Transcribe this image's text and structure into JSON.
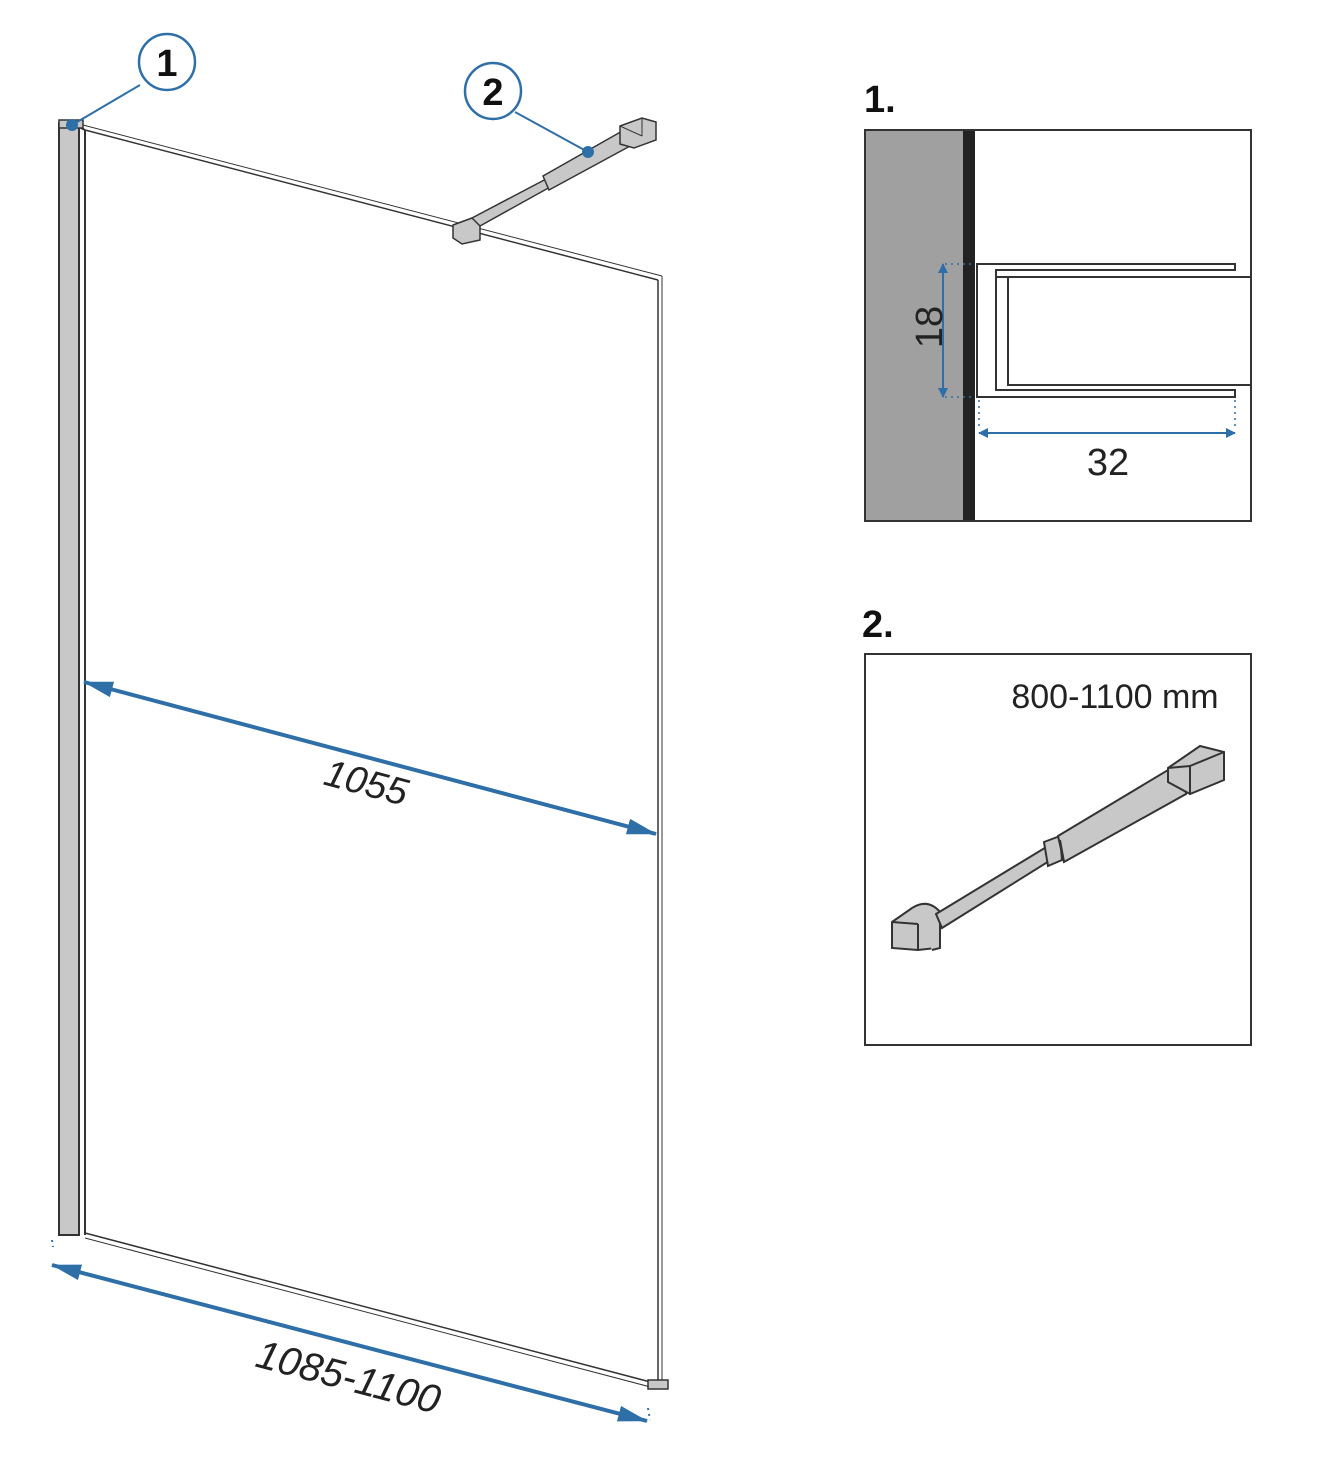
{
  "colors": {
    "accent": "#2f6fa8",
    "line": "#333333",
    "profile_fill": "#c8c8c8",
    "wall_fill": "#a0a0a0",
    "wall_edge": "#222222"
  },
  "callouts": [
    {
      "id": "1",
      "label": "1"
    },
    {
      "id": "2",
      "label": "2"
    }
  ],
  "main_view": {
    "width_dim": "1085-1100",
    "glass_dim": "1055"
  },
  "detail_1": {
    "title": "1.",
    "height_dim": "18",
    "depth_dim": "32"
  },
  "detail_2": {
    "title": "2.",
    "range_label": "800-1100 mm"
  }
}
